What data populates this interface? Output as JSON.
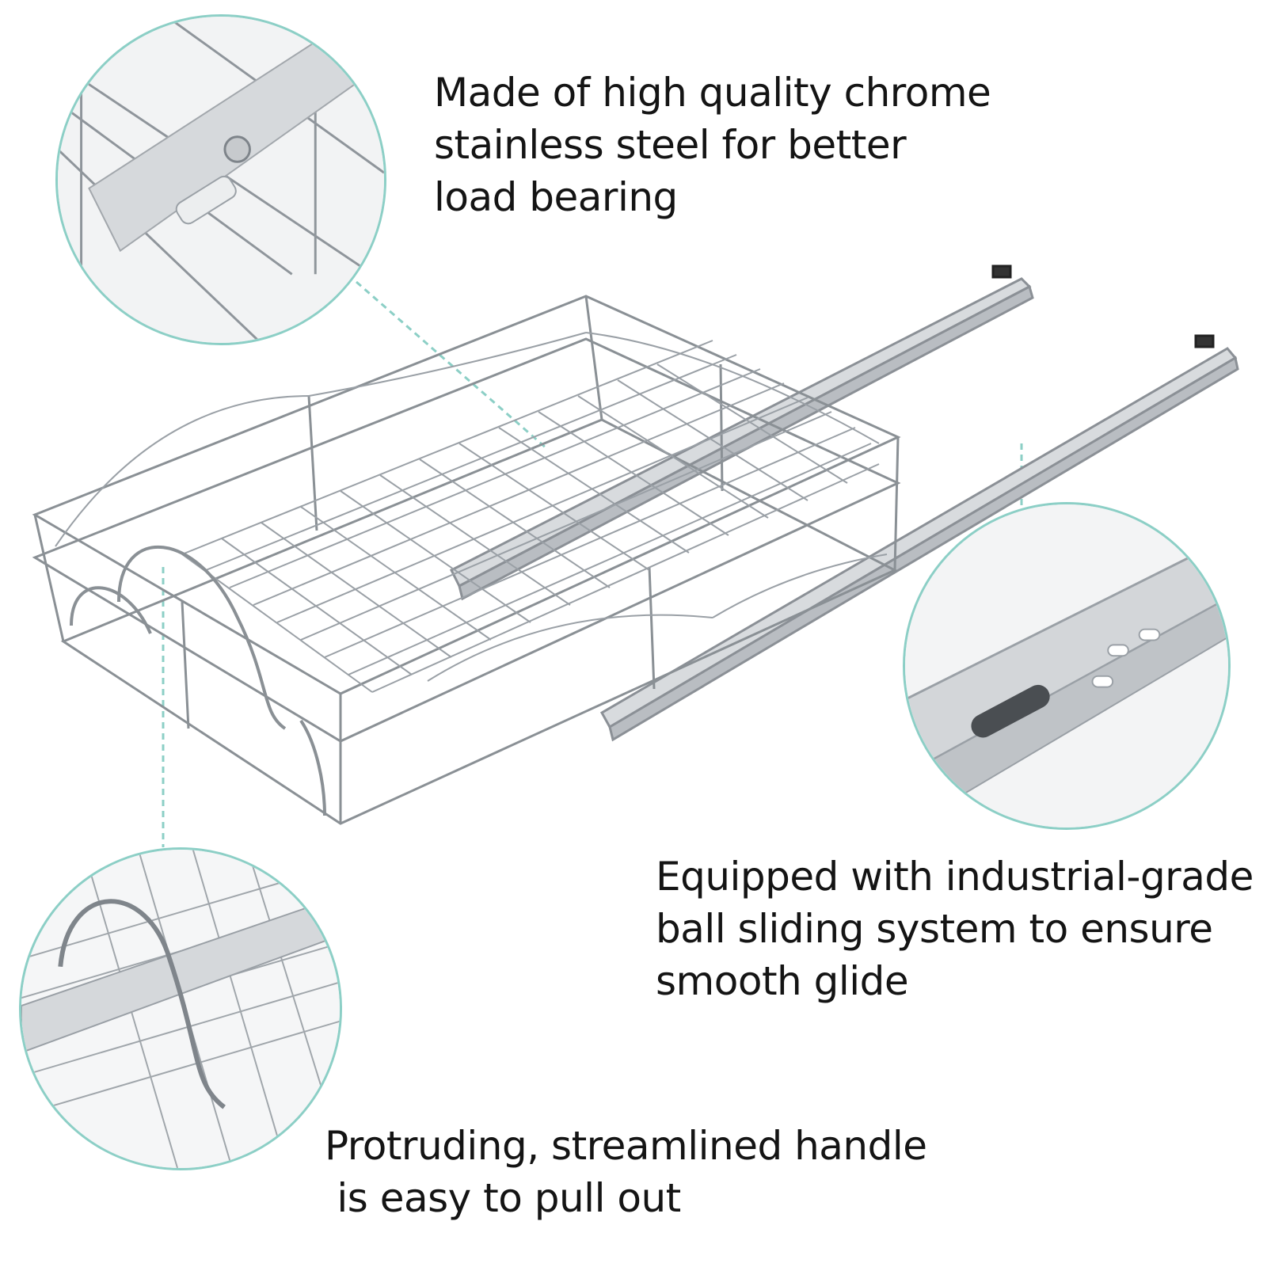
{
  "features": {
    "material": {
      "lines": [
        "Made of high quality chrome",
        "stainless steel for better",
        "load bearing"
      ]
    },
    "slide": {
      "lines": [
        "Equipped with industrial-grade",
        "ball sliding system to ensure",
        "smooth glide"
      ]
    },
    "handle": {
      "lines": [
        "Protruding, streamlined handle",
        " is easy to pull out"
      ]
    }
  },
  "colors": {
    "accent_teal": "#8ccfc6",
    "chrome": "#9aa0a6",
    "text": "#141414"
  },
  "icons": {
    "detail_top": "rail-joint-closeup",
    "detail_right": "ball-bearing-slide-closeup",
    "detail_bottom": "handle-closeup"
  }
}
